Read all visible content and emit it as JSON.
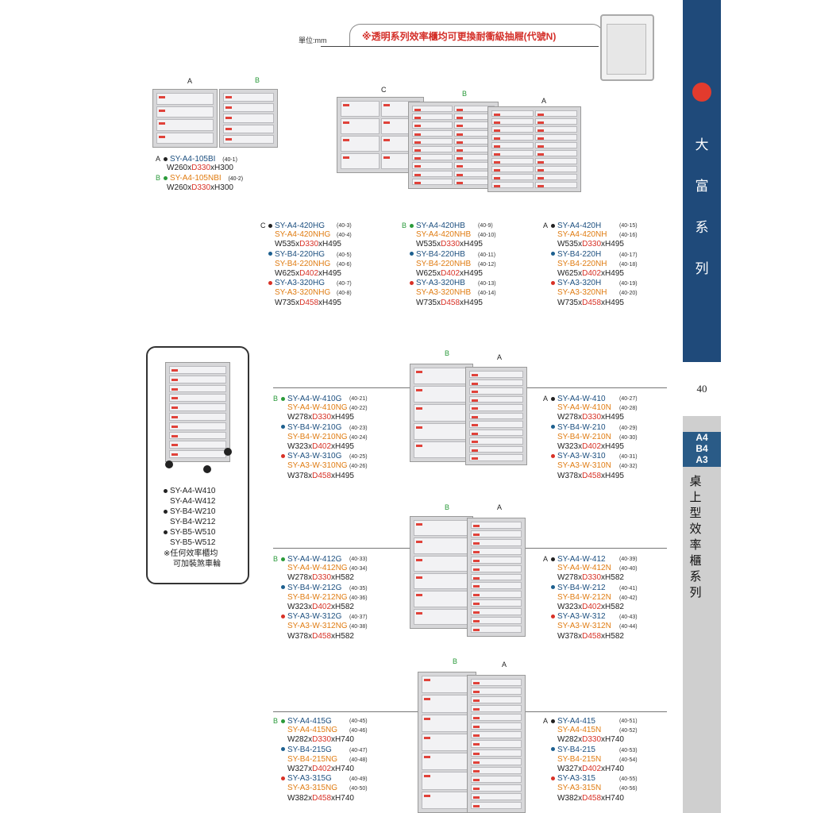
{
  "header": {
    "unit": "單位:mm",
    "notice": "※透明系列效率櫃均可更換耐衝級抽屜(代號N)"
  },
  "side": {
    "brand_chars": [
      "大",
      "富",
      "系",
      "列"
    ],
    "page_number": "40",
    "sizes": [
      "A4",
      "B4",
      "A3"
    ],
    "title_chars": [
      "桌",
      "上",
      "型",
      "效",
      "率",
      "櫃",
      "系",
      "列"
    ]
  },
  "colors": {
    "blue": "#1f4a7a",
    "orange": "#e07c12",
    "red": "#d83126",
    "green": "#2a9a3a"
  },
  "top": {
    "labels": {
      "a": "A",
      "b": "B"
    },
    "items": [
      {
        "tag": "A",
        "model": "SY-A4-105BI",
        "code": "(40-1)",
        "dims": [
          "W260x",
          "D330",
          "xH300"
        ]
      },
      {
        "tag": "B",
        "model": "SY-A4-105NBI",
        "code": "(40-2)",
        "dims": [
          "W260x",
          "D330",
          "xH300"
        ]
      }
    ]
  },
  "row1": {
    "labels": {
      "c": "C",
      "b": "B",
      "a": "A"
    },
    "cols": [
      {
        "tag": "C",
        "groups": [
          {
            "m1": "SY-A4-420HG",
            "c1": "(40-3)",
            "m2": "SY-A4-420NHG",
            "c2": "(40-4)",
            "dims": [
              "W535x",
              "D330",
              "xH495"
            ]
          },
          {
            "m1": "SY-B4-220HG",
            "c1": "(40-5)",
            "m2": "SY-B4-220NHG",
            "c2": "(40-6)",
            "dims": [
              "W625x",
              "D402",
              "xH495"
            ]
          },
          {
            "m1": "SY-A3-320HG",
            "c1": "(40-7)",
            "m2": "SY-A3-320NHG",
            "c2": "(40-8)",
            "dims": [
              "W735x",
              "D458",
              "xH495"
            ]
          }
        ]
      },
      {
        "tag": "B",
        "groups": [
          {
            "m1": "SY-A4-420HB",
            "c1": "(40-9)",
            "m2": "SY-A4-420NHB",
            "c2": "(40-10)",
            "dims": [
              "W535x",
              "D330",
              "xH495"
            ]
          },
          {
            "m1": "SY-B4-220HB",
            "c1": "(40-11)",
            "m2": "SY-B4-220NHB",
            "c2": "(40-12)",
            "dims": [
              "W625x",
              "D402",
              "xH495"
            ]
          },
          {
            "m1": "SY-A3-320HB",
            "c1": "(40-13)",
            "m2": "SY-A3-320NHB",
            "c2": "(40-14)",
            "dims": [
              "W735x",
              "D458",
              "xH495"
            ]
          }
        ]
      },
      {
        "tag": "A",
        "groups": [
          {
            "m1": "SY-A4-420H",
            "c1": "(40-15)",
            "m2": "SY-A4-420NH",
            "c2": "(40-16)",
            "dims": [
              "W535x",
              "D330",
              "xH495"
            ]
          },
          {
            "m1": "SY-B4-220H",
            "c1": "(40-17)",
            "m2": "SY-B4-220NH",
            "c2": "(40-18)",
            "dims": [
              "W625x",
              "D402",
              "xH495"
            ]
          },
          {
            "m1": "SY-A3-320H",
            "c1": "(40-19)",
            "m2": "SY-A3-320NH",
            "c2": "(40-20)",
            "dims": [
              "W735x",
              "D458",
              "xH495"
            ]
          }
        ]
      }
    ]
  },
  "cart": {
    "items": [
      "SY-A4-W410",
      "SY-A4-W412",
      "SY-B4-W210",
      "SY-B4-W212",
      "SY-B5-W510",
      "SY-B5-W512"
    ],
    "note": [
      "※任何效率櫃均",
      "可加裝煞車輪"
    ]
  },
  "sections": [
    {
      "labels": {
        "b": "B",
        "a": "A"
      },
      "left": {
        "tag": "B",
        "groups": [
          {
            "m1": "SY-A4-W-410G",
            "c1": "(40-21)",
            "m2": "SY-A4-W-410NG",
            "c2": "(40-22)",
            "dims": [
              "W278x",
              "D330",
              "xH495"
            ]
          },
          {
            "m1": "SY-B4-W-210G",
            "c1": "(40-23)",
            "m2": "SY-B4-W-210NG",
            "c2": "(40-24)",
            "dims": [
              "W323x",
              "D402",
              "xH495"
            ]
          },
          {
            "m1": "SY-A3-W-310G",
            "c1": "(40-25)",
            "m2": "SY-A3-W-310NG",
            "c2": "(40-26)",
            "dims": [
              "W378x",
              "D458",
              "xH495"
            ]
          }
        ]
      },
      "right": {
        "tag": "A",
        "groups": [
          {
            "m1": "SY-A4-W-410",
            "c1": "(40-27)",
            "m2": "SY-A4-W-410N",
            "c2": "(40-28)",
            "dims": [
              "W278x",
              "D330",
              "xH495"
            ]
          },
          {
            "m1": "SY-B4-W-210",
            "c1": "(40-29)",
            "m2": "SY-B4-W-210N",
            "c2": "(40-30)",
            "dims": [
              "W323x",
              "D402",
              "xH495"
            ]
          },
          {
            "m1": "SY-A3-W-310",
            "c1": "(40-31)",
            "m2": "SY-A3-W-310N",
            "c2": "(40-32)",
            "dims": [
              "W378x",
              "D458",
              "xH495"
            ]
          }
        ]
      }
    },
    {
      "labels": {
        "b": "B",
        "a": "A"
      },
      "left": {
        "tag": "B",
        "groups": [
          {
            "m1": "SY-A4-W-412G",
            "c1": "(40-33)",
            "m2": "SY-A4-W-412NG",
            "c2": "(40-34)",
            "dims": [
              "W278x",
              "D330",
              "xH582"
            ]
          },
          {
            "m1": "SY-B4-W-212G",
            "c1": "(40-35)",
            "m2": "SY-B4-W-212NG",
            "c2": "(40-36)",
            "dims": [
              "W323x",
              "D402",
              "xH582"
            ]
          },
          {
            "m1": "SY-A3-W-312G",
            "c1": "(40-37)",
            "m2": "SY-A3-W-312NG",
            "c2": "(40-38)",
            "dims": [
              "W378x",
              "D458",
              "xH582"
            ]
          }
        ]
      },
      "right": {
        "tag": "A",
        "groups": [
          {
            "m1": "SY-A4-W-412",
            "c1": "(40-39)",
            "m2": "SY-A4-W-412N",
            "c2": "(40-40)",
            "dims": [
              "W278x",
              "D330",
              "xH582"
            ]
          },
          {
            "m1": "SY-B4-W-212",
            "c1": "(40-41)",
            "m2": "SY-B4-W-212N",
            "c2": "(40-42)",
            "dims": [
              "W323x",
              "D402",
              "xH582"
            ]
          },
          {
            "m1": "SY-A3-W-312",
            "c1": "(40-43)",
            "m2": "SY-A3-W-312N",
            "c2": "(40-44)",
            "dims": [
              "W378x",
              "D458",
              "xH582"
            ]
          }
        ]
      }
    },
    {
      "labels": {
        "b": "B",
        "a": "A"
      },
      "left": {
        "tag": "B",
        "groups": [
          {
            "m1": "SY-A4-415G",
            "c1": "(40-45)",
            "m2": "SY-A4-415NG",
            "c2": "(40-46)",
            "dims": [
              "W282x",
              "D330",
              "xH740"
            ]
          },
          {
            "m1": "SY-B4-215G",
            "c1": "(40-47)",
            "m2": "SY-B4-215NG",
            "c2": "(40-48)",
            "dims": [
              "W327x",
              "D402",
              "xH740"
            ]
          },
          {
            "m1": "SY-A3-315G",
            "c1": "(40-49)",
            "m2": "SY-A3-315NG",
            "c2": "(40-50)",
            "dims": [
              "W382x",
              "D458",
              "xH740"
            ]
          }
        ]
      },
      "right": {
        "tag": "A",
        "groups": [
          {
            "m1": "SY-A4-415",
            "c1": "(40-51)",
            "m2": "SY-A4-415N",
            "c2": "(40-52)",
            "dims": [
              "W282x",
              "D330",
              "xH740"
            ]
          },
          {
            "m1": "SY-B4-215",
            "c1": "(40-53)",
            "m2": "SY-B4-215N",
            "c2": "(40-54)",
            "dims": [
              "W327x",
              "D402",
              "xH740"
            ]
          },
          {
            "m1": "SY-A3-315",
            "c1": "(40-55)",
            "m2": "SY-A3-315N",
            "c2": "(40-56)",
            "dims": [
              "W382x",
              "D458",
              "xH740"
            ]
          }
        ]
      }
    }
  ]
}
